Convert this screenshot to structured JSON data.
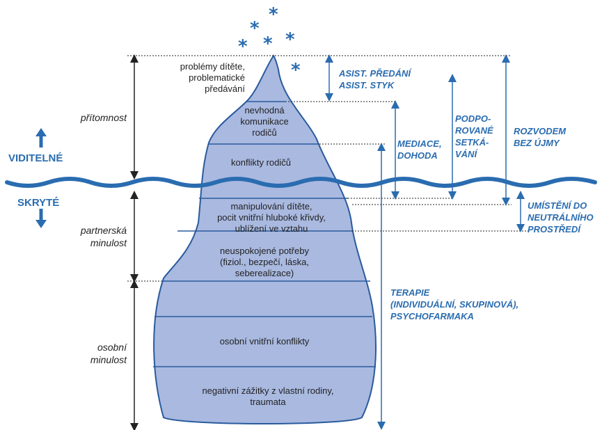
{
  "left_labels": {
    "present": "přítomnost",
    "partner_past": [
      "partnerská",
      "minulost"
    ],
    "personal_past": [
      "osobní",
      "minulost"
    ]
  },
  "visibility": {
    "visible": "VIDITELNÉ",
    "hidden": "SKRYTÉ"
  },
  "layers": [
    [
      "problémy dítěte,",
      "problematické",
      "předávání"
    ],
    [
      "nevhodná",
      "komunikace",
      "rodičů"
    ],
    [
      "konflikty rodičů"
    ],
    [
      "manipulování dítěte,",
      "pocit vnitřní hluboké křivdy,",
      "ublížení ve vztahu"
    ],
    [
      "neuspokojené potřeby",
      "(fiziol., bezpečí, láska,",
      "seberealizace)"
    ],
    [
      "osobní vnitřní konflikty"
    ],
    [
      "negativní zážitky z vlastní rodiny,",
      "traumata"
    ]
  ],
  "interventions": {
    "asist": [
      "ASIST. PŘEDÁNÍ",
      "ASIST. STYK"
    ],
    "mediace": [
      "MEDIACE,",
      "DOHODA"
    ],
    "podporovane": [
      "PODPO-",
      "ROVANÉ",
      "SETKÁ-",
      "VÁNÍ"
    ],
    "rozvodem": [
      "ROZVODEM",
      "BEZ ÚJMY"
    ],
    "umisteni": [
      "UMÍSTĚNÍ DO",
      "NEUTRÁLNÍHO",
      "PROSTŘEDÍ"
    ],
    "terapie": [
      "TERAPIE",
      "(INDIVIDUÁLNÍ, SKUPINOVÁ),",
      "PSYCHOFARMAKA"
    ]
  },
  "colors": {
    "iceberg_fill": "#a9b9e0",
    "outline": "#2a5a9c",
    "accent": "#2a6cb0",
    "water": "#2a6cb0"
  },
  "icons": [
    "star-icon",
    "arrow-up-icon",
    "arrow-down-icon"
  ]
}
